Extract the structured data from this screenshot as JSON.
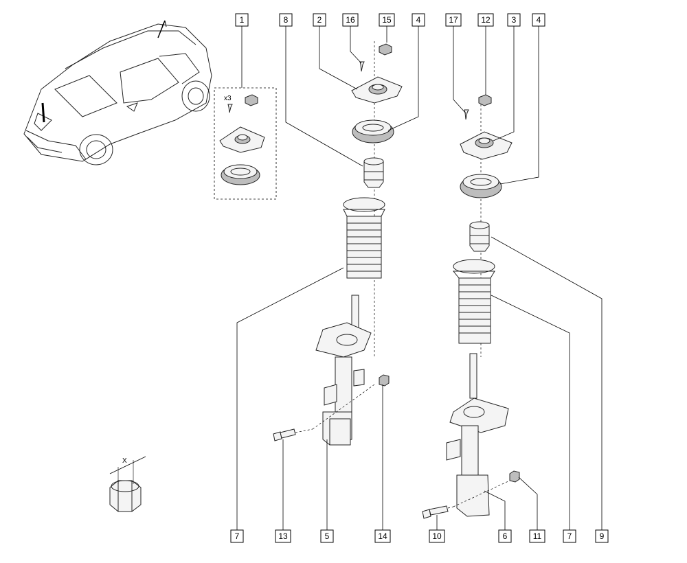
{
  "callouts_top": [
    "1",
    "8",
    "2",
    "16",
    "15",
    "4",
    "17",
    "12",
    "3",
    "4"
  ],
  "callouts_bottom": [
    "7",
    "13",
    "5",
    "14",
    "10",
    "6",
    "11",
    "7",
    "9"
  ],
  "kit_quantity": "x3",
  "dimension_label": "X",
  "icons": [
    "vehicle-illustration",
    "strut-assembly",
    "flange-nut"
  ]
}
